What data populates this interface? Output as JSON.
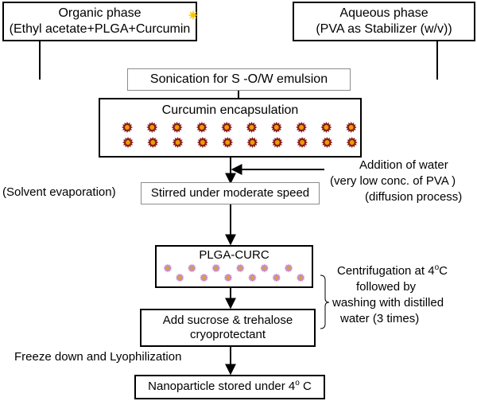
{
  "organic_phase": {
    "line1": "Organic phase",
    "line2": "(Ethyl acetate+PLGA+Curcumin"
  },
  "aqueous_phase": {
    "line1": "Aqueous phase",
    "line2": "(PVA as Stabilizer (w/v))"
  },
  "sonication": "Sonication for S -O/W emulsion",
  "encapsulation": {
    "title": "Curcumin encapsulation",
    "particle_count": 20
  },
  "addition": {
    "line1": "Addition of water",
    "line2": "(very low conc. of PVA )",
    "line3": "(diffusion process)"
  },
  "solvent_evaporation": "(Solvent evaporation)",
  "stirred": "Stirred under moderate speed",
  "plga_curc": {
    "title": "PLGA-CURC",
    "particle_count": 12
  },
  "centrifugation": {
    "line1_pre": "Centrifugation at 4",
    "line1_sup": "o",
    "line1_post": "C",
    "line2": "followed by",
    "line3": "washing with distilled",
    "line4": "water (3 times)"
  },
  "cryoprotectant": {
    "line1": "Add sucrose & trehalose",
    "line2": "cryoprotectant"
  },
  "freeze": "Freeze down and Lyophilization",
  "storage": {
    "pre": "Nanoparticle stored under 4",
    "sup": "o",
    "post": " C"
  },
  "colors": {
    "curcumin_star": "#f5c500",
    "particle_outer": "#8b1a1a",
    "particle_inner": "#e8a000",
    "nanoparticle_outer": "#c58bc7",
    "nanoparticle_inner": "#d9a13b"
  }
}
